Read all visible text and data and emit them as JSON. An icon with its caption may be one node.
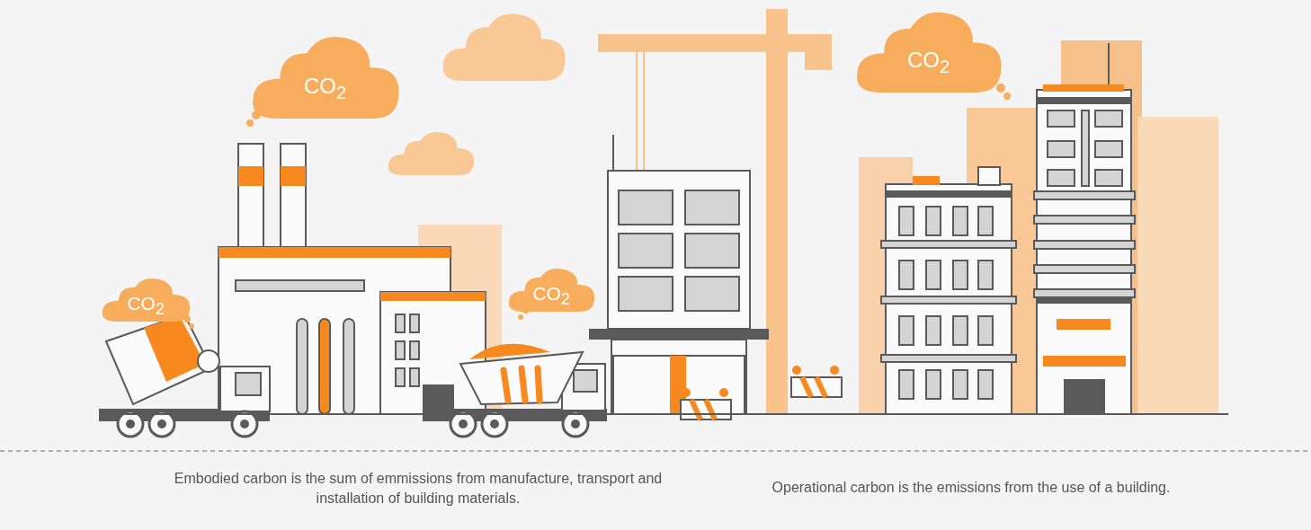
{
  "diagram": {
    "nodes": [
      {
        "text": [
          "CO$_{2}$"
        ]
      },
      {
        "text": [],
        "shape": "cloud"
      },
      {
        "text": [
          "CO$_{2}$"
        ]
      },
      {
        "text": [],
        "shape": "cloud"
      },
      {
        "text": [
          "CO$_{2}$"
        ]
      },
      {
        "text": [
          "CO$_{2}$"
        ]
      }
    ],
    "labels": [
      "Embodied carbon is the sum of emmissions from manufacture, transport and installation of building materials.",
      "Operational carbon is the emissions from the use of a building."
    ]
  }
}
